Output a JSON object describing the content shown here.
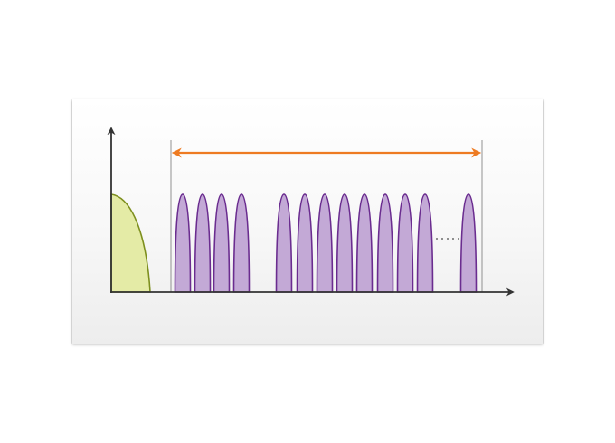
{
  "diagram": {
    "colors": {
      "axis": "#333333",
      "span_arrow": "#ee7b22",
      "guide_line": "#777777",
      "base_fill": "#e4eba6",
      "base_stroke": "#7d8f1e",
      "pulse_fill": "#c3a9d6",
      "pulse_stroke": "#6a2c8f",
      "ellipsis": "#444444"
    },
    "base_lobe": {
      "shape": "half-lobe"
    },
    "pulses": {
      "group_1_count": 4,
      "group_2_count": 8,
      "trailing_count": 1,
      "ellipsis_between_last": true
    },
    "span_arrow": {
      "style": "double-headed"
    }
  }
}
